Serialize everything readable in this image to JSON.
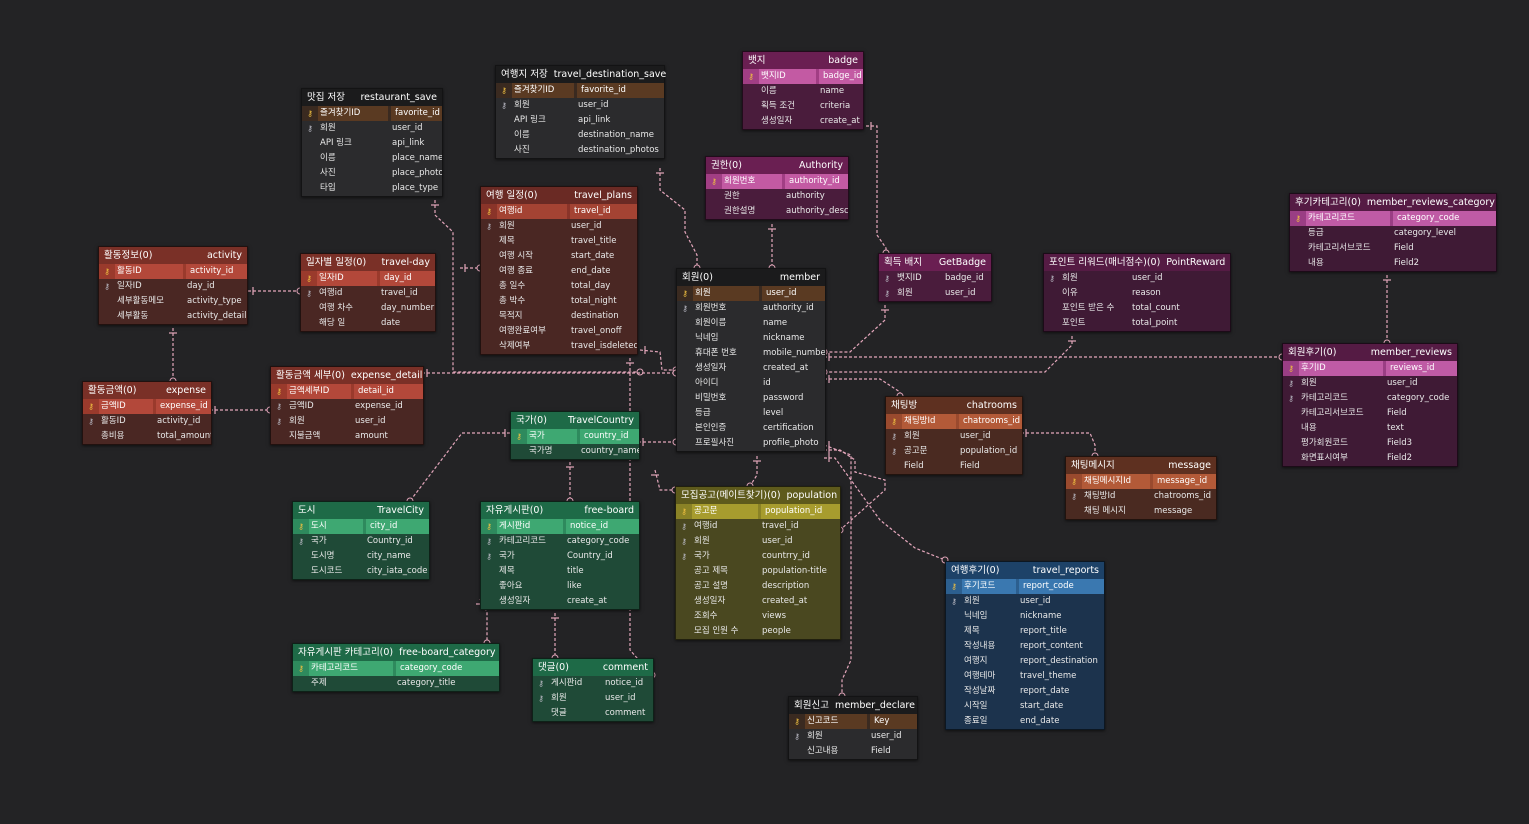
{
  "theme": {
    "background": "#232325",
    "link_color": "#e3a6bb",
    "colors": {
      "black": {
        "head": "#1b1b1c",
        "body": "#2b2b2d",
        "pk": "#3a2a20",
        "pkhi": "#5a3a22"
      },
      "red": {
        "head": "#7a3027",
        "body": "#4a2723",
        "pk": "#9a3a2c",
        "pkhi": "#b3483a"
      },
      "darkred": {
        "head": "#6a2a24",
        "body": "#4a2723",
        "pk": "#8a3429",
        "pkhi": "#a44333"
      },
      "magenta": {
        "head": "#6a1f52",
        "body": "#4a1c3c",
        "pk": "#a13e84",
        "pkhi": "#c35aa3"
      },
      "purple": {
        "head": "#551b44",
        "body": "#3f1a35",
        "pk": "#9a3e84",
        "pkhi": "#bf5ba5"
      },
      "green": {
        "head": "#1e6a47",
        "body": "#1f4a37",
        "pk": "#2e8a5d",
        "pkhi": "#3ea872"
      },
      "olive": {
        "head": "#5e5a1c",
        "body": "#4a4820",
        "pk": "#8a8226",
        "pkhi": "#a79c2e"
      },
      "blue": {
        "head": "#1d4268",
        "body": "#1c334d",
        "pk": "#2c5f8f",
        "pkhi": "#3a78b0"
      },
      "orange": {
        "head": "#5e3020",
        "body": "#4a2a21",
        "pk": "#9a4a2e",
        "pkhi": "#b35a38"
      },
      "darkpurple": {
        "head": "#4a1a3a",
        "body": "#3a1830",
        "pk": "#6a2a55",
        "pkhi": "#8a3a70"
      }
    }
  },
  "entities": [
    {
      "id": "restaurant_save",
      "ko": "맛집 저장",
      "en": "restaurant_save",
      "color": "black",
      "fields": [
        {
          "key": "pk",
          "ko": "즐겨찾기ID",
          "en": "favorite_id"
        },
        {
          "key": "fk",
          "ko": "회원",
          "en": "user_id"
        },
        {
          "key": "",
          "ko": "API 링크",
          "en": "api_link"
        },
        {
          "key": "",
          "ko": "이름",
          "en": "place_name"
        },
        {
          "key": "",
          "ko": "사진",
          "en": "place_photos"
        },
        {
          "key": "",
          "ko": "타입",
          "en": "place_type"
        }
      ]
    },
    {
      "id": "travel_destination_save",
      "ko": "여행지 저장",
      "en": "travel_destination_save",
      "color": "black",
      "fields": [
        {
          "key": "pk",
          "ko": "즐겨찾기ID",
          "en": "favorite_id"
        },
        {
          "key": "fk",
          "ko": "회원",
          "en": "user_id"
        },
        {
          "key": "",
          "ko": "API 링크",
          "en": "api_link"
        },
        {
          "key": "",
          "ko": "이름",
          "en": "destination_name"
        },
        {
          "key": "",
          "ko": "사진",
          "en": "destination_photos"
        }
      ]
    },
    {
      "id": "badge",
      "ko": "뱃지",
      "en": "badge",
      "color": "magenta",
      "fields": [
        {
          "key": "pk",
          "ko": "뱃지ID",
          "en": "badge_id"
        },
        {
          "key": "",
          "ko": "이름",
          "en": "name"
        },
        {
          "key": "",
          "ko": "획득 조건",
          "en": "criteria"
        },
        {
          "key": "",
          "ko": "생성일자",
          "en": "create_at"
        }
      ]
    },
    {
      "id": "authority",
      "ko": "권한(0)",
      "en": "Authority",
      "color": "magenta",
      "fields": [
        {
          "key": "pk",
          "ko": "회원번호",
          "en": "authority_id"
        },
        {
          "key": "",
          "ko": "권한",
          "en": "authority"
        },
        {
          "key": "",
          "ko": "권한설명",
          "en": "authority_desc"
        }
      ]
    },
    {
      "id": "travel_plans",
      "ko": "여행 일정(0)",
      "en": "travel_plans",
      "color": "darkred",
      "fields": [
        {
          "key": "pk",
          "ko": "여행id",
          "en": "travel_id"
        },
        {
          "key": "fk",
          "ko": "회원",
          "en": "user_id"
        },
        {
          "key": "",
          "ko": "제목",
          "en": "travel_title"
        },
        {
          "key": "",
          "ko": "여행 시작",
          "en": "start_date"
        },
        {
          "key": "",
          "ko": "여행 종료",
          "en": "end_date"
        },
        {
          "key": "",
          "ko": "총 일수",
          "en": "total_day"
        },
        {
          "key": "",
          "ko": "총 박수",
          "en": "total_night"
        },
        {
          "key": "",
          "ko": "목적지",
          "en": "destination"
        },
        {
          "key": "",
          "ko": "여행완료여부",
          "en": "travel_onoff"
        },
        {
          "key": "",
          "ko": "삭제여부",
          "en": "travel_isdeleted"
        }
      ]
    },
    {
      "id": "activity",
      "ko": "활동정보(0)",
      "en": "activity",
      "color": "red",
      "fields": [
        {
          "key": "pk",
          "ko": "활동ID",
          "en": "activity_id"
        },
        {
          "key": "fk",
          "ko": "일자ID",
          "en": "day_id"
        },
        {
          "key": "",
          "ko": "세부활동메모",
          "en": "activity_type"
        },
        {
          "key": "",
          "ko": "세부활동",
          "en": "activity_detail"
        }
      ]
    },
    {
      "id": "travel_day",
      "ko": "일자별 일정(0)",
      "en": "travel-day",
      "color": "red",
      "fields": [
        {
          "key": "pk",
          "ko": "일자ID",
          "en": "day_id"
        },
        {
          "key": "fk",
          "ko": "여행id",
          "en": "travel_id"
        },
        {
          "key": "",
          "ko": "여행 차수",
          "en": "day_number"
        },
        {
          "key": "",
          "ko": "해당 일",
          "en": "date"
        }
      ]
    },
    {
      "id": "expense",
      "ko": "활동금액(0)",
      "en": "expense",
      "color": "red",
      "fields": [
        {
          "key": "pk",
          "ko": "금액ID",
          "en": "expense_id"
        },
        {
          "key": "fk",
          "ko": "활동ID",
          "en": "activity_id"
        },
        {
          "key": "",
          "ko": "총비용",
          "en": "total_amount"
        }
      ]
    },
    {
      "id": "expense_detail",
      "ko": "활동금액 세부(0)",
      "en": "expense_detail",
      "color": "red",
      "fields": [
        {
          "key": "pk",
          "ko": "금액세부ID",
          "en": "detail_id"
        },
        {
          "key": "fk",
          "ko": "금액ID",
          "en": "expense_id"
        },
        {
          "key": "fk",
          "ko": "회원",
          "en": "user_id"
        },
        {
          "key": "",
          "ko": "지불금액",
          "en": "amount"
        }
      ]
    },
    {
      "id": "member",
      "ko": "회원(0)",
      "en": "member",
      "color": "black",
      "fields": [
        {
          "key": "pk",
          "ko": "회원",
          "en": "user_id"
        },
        {
          "key": "fk",
          "ko": "회원번호",
          "en": "authority_id"
        },
        {
          "key": "",
          "ko": "회원이름",
          "en": "name"
        },
        {
          "key": "",
          "ko": "닉네임",
          "en": "nickname"
        },
        {
          "key": "",
          "ko": "휴대폰 번호",
          "en": "mobile_number"
        },
        {
          "key": "",
          "ko": "생성일자",
          "en": "created_at"
        },
        {
          "key": "",
          "ko": "아이디",
          "en": "id"
        },
        {
          "key": "",
          "ko": "비밀번호",
          "en": "password"
        },
        {
          "key": "",
          "ko": "등급",
          "en": "level"
        },
        {
          "key": "",
          "ko": "본인인증",
          "en": "certification"
        },
        {
          "key": "",
          "ko": "프로필사진",
          "en": "profile_photo"
        }
      ]
    },
    {
      "id": "get_badge",
      "ko": "획득 배지",
      "en": "GetBadge",
      "color": "magenta",
      "fields": [
        {
          "key": "fk",
          "ko": "뱃지ID",
          "en": "badge_id"
        },
        {
          "key": "fk",
          "ko": "회원",
          "en": "user_id"
        }
      ]
    },
    {
      "id": "point_reward",
      "ko": "포인트 리워드(매너점수)(0)",
      "en": "PointReward",
      "color": "purple",
      "fields": [
        {
          "key": "fk",
          "ko": "회원",
          "en": "user_id"
        },
        {
          "key": "",
          "ko": "이유",
          "en": "reason"
        },
        {
          "key": "",
          "ko": "포인트 받은 수",
          "en": "total_count"
        },
        {
          "key": "",
          "ko": "포인트",
          "en": "total_point"
        }
      ]
    },
    {
      "id": "member_reviews_category",
      "ko": "후기카테고리(0)",
      "en": "member_reviews_category",
      "color": "purple",
      "fields": [
        {
          "key": "pk",
          "ko": "카테고리코드",
          "en": "category_code"
        },
        {
          "key": "",
          "ko": "등급",
          "en": "category_level"
        },
        {
          "key": "",
          "ko": "카테고리서브코드",
          "en": "Field"
        },
        {
          "key": "",
          "ko": "내용",
          "en": "Field2"
        }
      ]
    },
    {
      "id": "member_reviews",
      "ko": "회원후기(0)",
      "en": "member_reviews",
      "color": "purple",
      "fields": [
        {
          "key": "pk",
          "ko": "후기ID",
          "en": "reviews_id"
        },
        {
          "key": "fk",
          "ko": "회원",
          "en": "user_id"
        },
        {
          "key": "fk",
          "ko": "카테고리코드",
          "en": "category_code"
        },
        {
          "key": "",
          "ko": "카테고리서브코드",
          "en": "Field"
        },
        {
          "key": "",
          "ko": "내용",
          "en": "text"
        },
        {
          "key": "",
          "ko": "평가회원코드",
          "en": "Field3"
        },
        {
          "key": "",
          "ko": "화면표시여부",
          "en": "Field2"
        }
      ]
    },
    {
      "id": "chatrooms",
      "ko": "채팅방",
      "en": "chatrooms",
      "color": "orange",
      "fields": [
        {
          "key": "pk",
          "ko": "채팅방Id",
          "en": "chatrooms_id"
        },
        {
          "key": "fk",
          "ko": "회원",
          "en": "user_id"
        },
        {
          "key": "fk",
          "ko": "공고문",
          "en": "population_id"
        },
        {
          "key": "",
          "ko": "Field",
          "en": "Field"
        }
      ]
    },
    {
      "id": "message",
      "ko": "채팅메시지",
      "en": "message",
      "color": "orange",
      "fields": [
        {
          "key": "pk",
          "ko": "채팅메시지Id",
          "en": "message_id"
        },
        {
          "key": "fk",
          "ko": "채팅방Id",
          "en": "chatrooms_id"
        },
        {
          "key": "",
          "ko": "채팅 메시지",
          "en": "message"
        }
      ]
    },
    {
      "id": "travel_country",
      "ko": "국가(0)",
      "en": "TravelCountry",
      "color": "green",
      "fields": [
        {
          "key": "pk",
          "ko": "국가",
          "en": "country_id"
        },
        {
          "key": "",
          "ko": "국가명",
          "en": "country_name"
        }
      ]
    },
    {
      "id": "travel_city",
      "ko": "도시",
      "en": "TravelCity",
      "color": "green",
      "fields": [
        {
          "key": "pk",
          "ko": "도시",
          "en": "city_id"
        },
        {
          "key": "fk",
          "ko": "국가",
          "en": "Country_id"
        },
        {
          "key": "",
          "ko": "도시명",
          "en": "city_name"
        },
        {
          "key": "",
          "ko": "도시코드",
          "en": "city_iata_code"
        }
      ]
    },
    {
      "id": "free_board",
      "ko": "자유게시판(0)",
      "en": "free-board",
      "color": "green",
      "fields": [
        {
          "key": "pk",
          "ko": "게시판id",
          "en": "notice_id"
        },
        {
          "key": "fk",
          "ko": "카테고리코드",
          "en": "category_code"
        },
        {
          "key": "fk",
          "ko": "국가",
          "en": "Country_id"
        },
        {
          "key": "",
          "ko": "제목",
          "en": "title"
        },
        {
          "key": "",
          "ko": "좋아요",
          "en": "like"
        },
        {
          "key": "",
          "ko": "생성일자",
          "en": "create_at"
        }
      ]
    },
    {
      "id": "free_board_category",
      "ko": "자유게시판 카테고리(0)",
      "en": "free-board_category",
      "color": "green",
      "fields": [
        {
          "key": "pk",
          "ko": "카테고리코드",
          "en": "category_code"
        },
        {
          "key": "",
          "ko": "주제",
          "en": "category_title"
        }
      ]
    },
    {
      "id": "comment",
      "ko": "댓글(0)",
      "en": "comment",
      "color": "green",
      "fields": [
        {
          "key": "fk",
          "ko": "게시판id",
          "en": "notice_id"
        },
        {
          "key": "fk",
          "ko": "회원",
          "en": "user_id"
        },
        {
          "key": "",
          "ko": "댓글",
          "en": "comment"
        }
      ]
    },
    {
      "id": "population",
      "ko": "모집공고(메이트찾기)(0)",
      "en": "population",
      "color": "olive",
      "fields": [
        {
          "key": "pk",
          "ko": "공고문",
          "en": "population_id"
        },
        {
          "key": "fk",
          "ko": "여행id",
          "en": "travel_id"
        },
        {
          "key": "fk",
          "ko": "회원",
          "en": "user_id"
        },
        {
          "key": "fk",
          "ko": "국가",
          "en": "countrry_id"
        },
        {
          "key": "",
          "ko": "공고 제목",
          "en": "population-title"
        },
        {
          "key": "",
          "ko": "공고 설명",
          "en": "description"
        },
        {
          "key": "",
          "ko": "생성일자",
          "en": "created_at"
        },
        {
          "key": "",
          "ko": "조회수",
          "en": "views"
        },
        {
          "key": "",
          "ko": "모집 인원 수",
          "en": "people"
        }
      ]
    },
    {
      "id": "travel_reports",
      "ko": "여행후기(0)",
      "en": "travel_reports",
      "color": "blue",
      "fields": [
        {
          "key": "pk",
          "ko": "후기코드",
          "en": "report_code"
        },
        {
          "key": "fk",
          "ko": "회원",
          "en": "user_id"
        },
        {
          "key": "",
          "ko": "닉네임",
          "en": "nickname"
        },
        {
          "key": "",
          "ko": "제목",
          "en": "report_title"
        },
        {
          "key": "",
          "ko": "작성내용",
          "en": "report_content"
        },
        {
          "key": "",
          "ko": "여행지",
          "en": "report_destination"
        },
        {
          "key": "",
          "ko": "여행테마",
          "en": "travel_theme"
        },
        {
          "key": "",
          "ko": "작성날짜",
          "en": "report_date"
        },
        {
          "key": "",
          "ko": "시작일",
          "en": "start_date"
        },
        {
          "key": "",
          "ko": "종료일",
          "en": "end_date"
        }
      ]
    },
    {
      "id": "member_declare",
      "ko": "회원신고",
      "en": "member_declare",
      "color": "black",
      "fields": [
        {
          "key": "pk",
          "ko": "신고코드",
          "en": "Key"
        },
        {
          "key": "fk",
          "ko": "회원",
          "en": "user_id"
        },
        {
          "key": "",
          "ko": "신고내용",
          "en": "Field"
        }
      ]
    }
  ]
}
